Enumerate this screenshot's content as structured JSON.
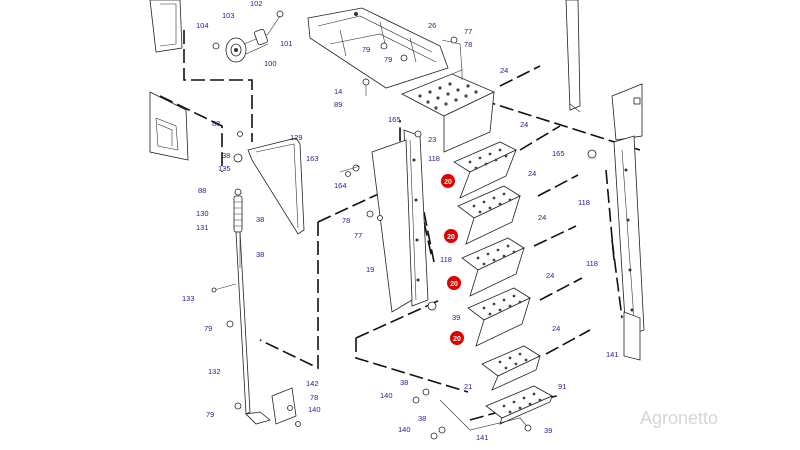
{
  "labels": {
    "l102": "102",
    "l103": "103",
    "l104": "104",
    "l101": "101",
    "l100": "100",
    "l26": "26",
    "l79a": "79",
    "l77a": "77",
    "l78a": "78",
    "l79b": "79",
    "l14": "14",
    "l89": "89",
    "l24a": "24",
    "l88a": "88",
    "l129": "129",
    "l38a": "38",
    "l135": "135",
    "l165a": "165",
    "l23": "23",
    "l118a": "118",
    "l163": "163",
    "l164": "164",
    "l24b": "24",
    "l165b": "165",
    "l88b": "88",
    "l130": "130",
    "l38b": "38",
    "l131": "131",
    "l38c": "38",
    "l24c": "24",
    "l118b": "118",
    "l78b": "78",
    "l77b": "77",
    "l24d": "24",
    "l118c": "118",
    "l19": "19",
    "l118d": "118",
    "l24e": "24",
    "l133": "133",
    "l39a": "39",
    "l79c": "79",
    "l24f": "24",
    "l141a": "141",
    "l132": "132",
    "l38d": "38",
    "l21": "21",
    "l91": "91",
    "l142": "142",
    "l140a": "140",
    "l78c": "78",
    "l79d": "79",
    "l140b": "140",
    "l38e": "38",
    "l140c": "140",
    "l141b": "141",
    "l39b": "39"
  },
  "badges": [
    "20",
    "20",
    "20",
    "20"
  ],
  "watermark": "Agronetto"
}
